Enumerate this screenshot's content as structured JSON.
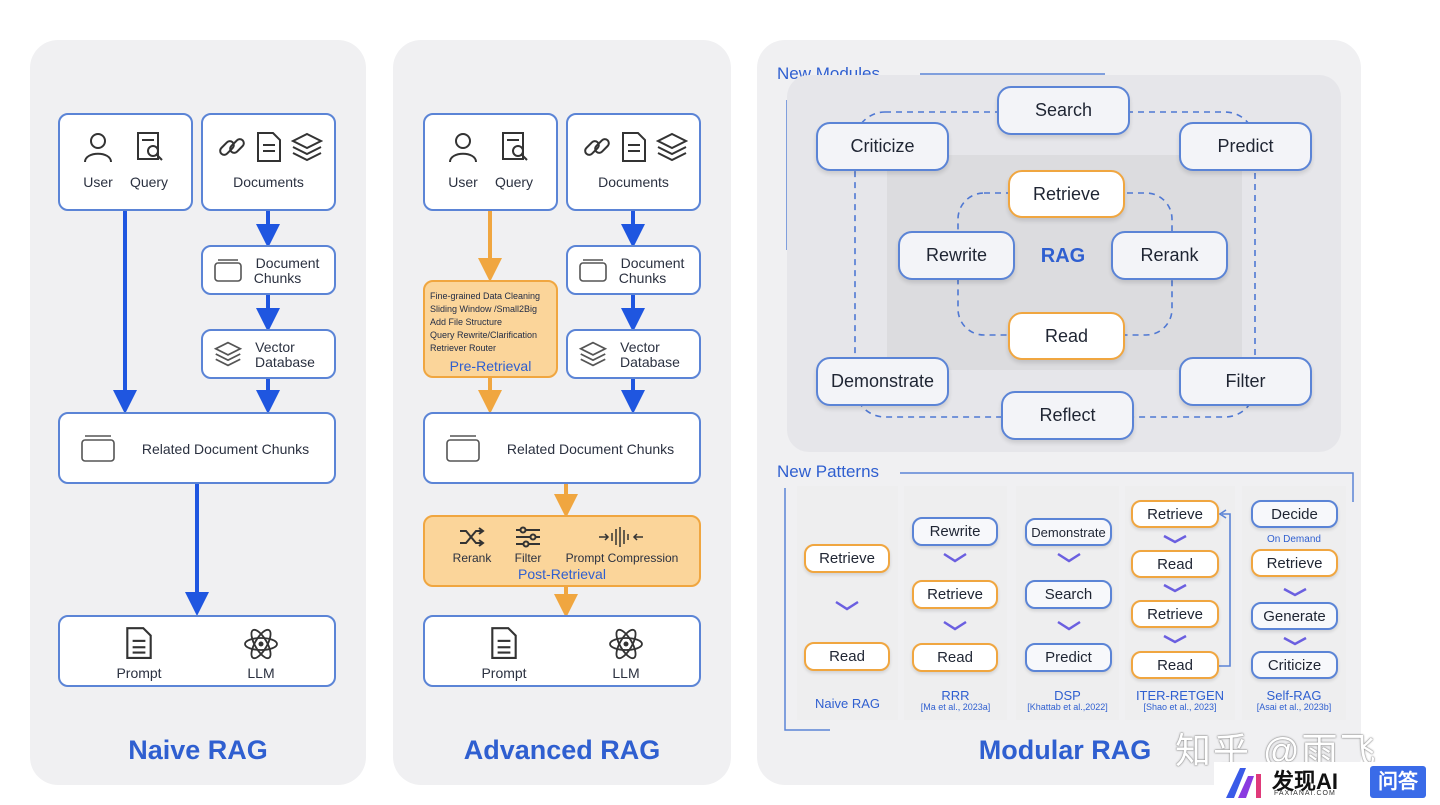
{
  "naive": {
    "user": "User",
    "query": "Query",
    "documents": "Documents",
    "chunks": [
      "Document",
      "Chunks"
    ],
    "vector": [
      "Vector",
      "Database"
    ],
    "related": "Related Document Chunks",
    "prompt": "Prompt",
    "llm": "LLM",
    "title": "Naive RAG"
  },
  "advanced": {
    "user": "User",
    "query": "Query",
    "documents": "Documents",
    "pre_items": [
      "Fine-grained Data Cleaning",
      "Sliding Window /Small2Big",
      "Add File Structure",
      "Query Rewrite/Clarification",
      "Retriever Router"
    ],
    "pre_title": "Pre-Retrieval",
    "chunks": [
      "Document",
      "Chunks"
    ],
    "vector": [
      "Vector",
      "Database"
    ],
    "related": "Related Document Chunks",
    "post_items": [
      "Rerank",
      "Filter",
      "Prompt Compression"
    ],
    "post_title": "Post-Retrieval",
    "prompt": "Prompt",
    "llm": "LLM",
    "title": "Advanced RAG"
  },
  "modular": {
    "modules_header": "New Modules",
    "modules": {
      "search": "Search",
      "criticize": "Criticize",
      "predict": "Predict",
      "retrieve": "Retrieve",
      "rewrite": "Rewrite",
      "rag": "RAG",
      "rerank": "Rerank",
      "read": "Read",
      "demonstrate": "Demonstrate",
      "filter": "Filter",
      "reflect": "Reflect"
    },
    "patterns_header": "New Patterns",
    "patterns": [
      {
        "steps": [
          "Retrieve",
          "Read"
        ],
        "name": "Naive RAG",
        "cite": ""
      },
      {
        "steps": [
          "Rewrite",
          "Retrieve",
          "Read"
        ],
        "name": "RRR",
        "cite": "[Ma et al., 2023a]"
      },
      {
        "steps": [
          "Demonstrate",
          "Search",
          "Predict"
        ],
        "name": "DSP",
        "cite": "[Khattab et al.,2022]"
      },
      {
        "steps": [
          "Retrieve",
          "Read",
          "Retrieve",
          "Read"
        ],
        "name": "ITER-RETGEN",
        "cite": "[Shao et al., 2023]"
      },
      {
        "steps": [
          "Decide",
          "Retrieve",
          "Generate",
          "Criticize"
        ],
        "note": "On Demand",
        "name": "Self-RAG",
        "cite": "[Asai et al., 2023b]"
      }
    ],
    "title": "Modular RAG"
  },
  "watermark": {
    "zhihu": "知乎 @雨飞",
    "logo_text": "发现AI",
    "logo_sub": "FAXIANAI.COM",
    "badge": "问答"
  },
  "colors": {
    "blue": "#2f5fd0",
    "border": "#5b84d6",
    "orange": "#f0a640",
    "orange_fill": "#fbd59a"
  }
}
